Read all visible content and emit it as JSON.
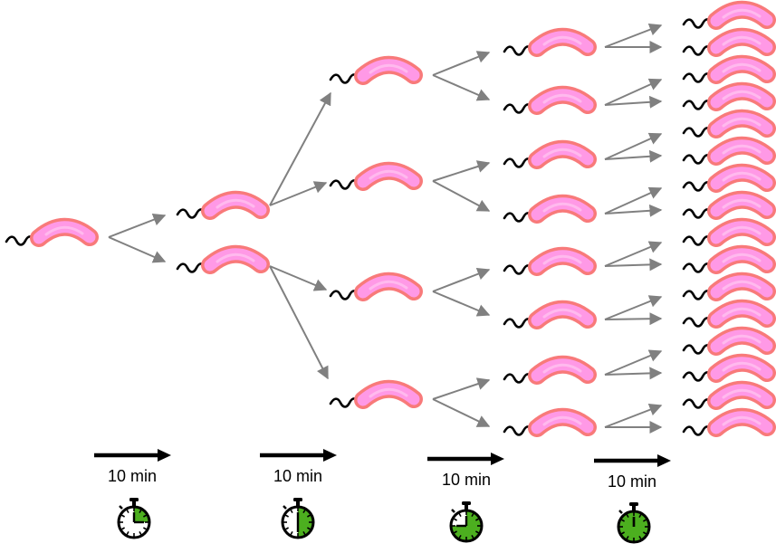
{
  "steps": [
    {
      "label": "10 min",
      "elapsed_fraction": 0.25
    },
    {
      "label": "10 min",
      "elapsed_fraction": 0.5
    },
    {
      "label": "10 min",
      "elapsed_fraction": 0.75
    },
    {
      "label": "10 min",
      "elapsed_fraction": 1.0
    }
  ],
  "generations": [
    1,
    2,
    4,
    8,
    16
  ],
  "colors": {
    "cell_body": "#ff99e6",
    "cell_outline": "#f87a7a",
    "flagellum": "#000000",
    "arrow_gray": "#808080",
    "timer_fill": "#4caf1f"
  },
  "icons": {
    "bacterium": "bacterium-icon",
    "timer": "stopwatch-icon",
    "arrow": "time-arrow-icon"
  }
}
